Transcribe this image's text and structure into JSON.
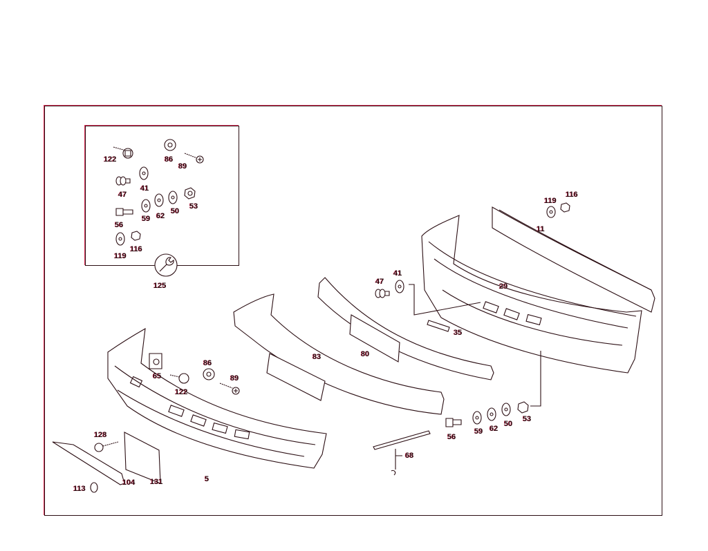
{
  "diagram": {
    "type": "exploded-parts-diagram",
    "subject": "front bumper assembly",
    "colors": {
      "line": "#2a0d12",
      "fringe": "#e0335a",
      "background": "#ffffff"
    },
    "inset_box": {
      "labels": {
        "p122": "122",
        "p86": "86",
        "p89": "89",
        "p41": "41",
        "p47": "47",
        "p59": "59",
        "p62": "62",
        "p50": "50",
        "p53": "53",
        "p56": "56",
        "p119": "119",
        "p116": "116"
      },
      "tool_icon_label": "125"
    },
    "main": {
      "labels": {
        "p119": "119",
        "p116": "116",
        "p11": "11",
        "p29": "29",
        "p41": "41",
        "p47": "47",
        "p35": "35",
        "p83": "83",
        "p80": "80",
        "p86": "86",
        "p65": "65",
        "p89": "89",
        "p122": "122",
        "p56": "56",
        "p59": "59",
        "p62": "62",
        "p50": "50",
        "p53": "53",
        "p128": "128",
        "p68": "68",
        "p104": "104",
        "p131": "131",
        "p5": "5",
        "p113": "113"
      }
    }
  }
}
